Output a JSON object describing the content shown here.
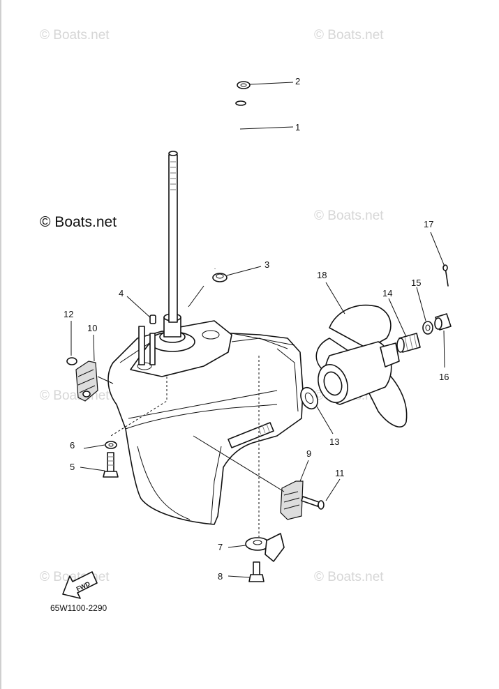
{
  "watermarks": [
    "© Boats.net",
    "© Boats.net",
    "© Boats.net",
    "© Boats.net",
    "© Boats.net",
    "© Boats.net",
    "© Boats.net",
    "© Boats.net"
  ],
  "watermark_dark": "© Boats.net",
  "diagram_code": "65W1100-2290",
  "fwd_label": "FWD",
  "callouts": [
    "1",
    "2",
    "3",
    "4",
    "5",
    "6",
    "7",
    "8",
    "9",
    "10",
    "11",
    "12",
    "13",
    "14",
    "15",
    "16",
    "17",
    "18"
  ]
}
